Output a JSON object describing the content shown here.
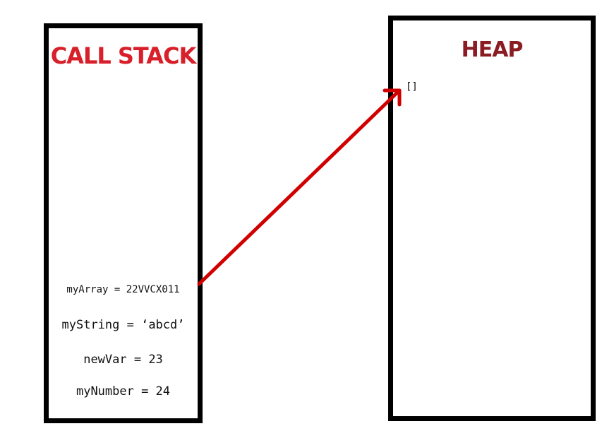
{
  "call_stack": {
    "title": "CALL STACK",
    "variables": [
      "myArray = 22VVCX011",
      "myString = ‘abcd’",
      "newVar = 23",
      "myNumber = 24"
    ]
  },
  "heap": {
    "title": "HEAP",
    "array_value": "[]"
  },
  "colors": {
    "call_stack_title": "#d81f2a",
    "heap_title": "#8b1c24",
    "arrow": "#d10000"
  }
}
